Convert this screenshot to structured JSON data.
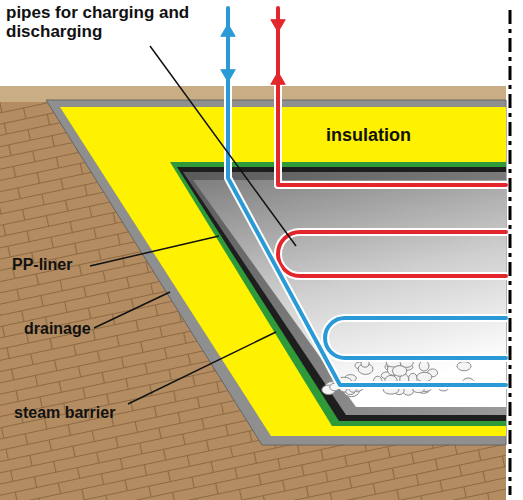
{
  "diagram": {
    "labels": [
      "pipes for charging and discharging",
      "insulation",
      "PP-liner",
      "drainage",
      "steam barrier"
    ]
  }
}
